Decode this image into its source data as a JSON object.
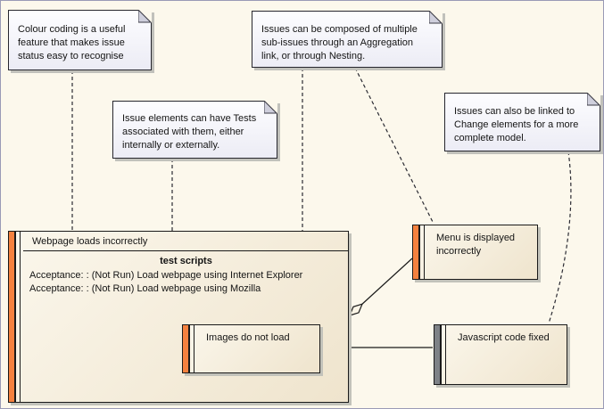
{
  "colors": {
    "canvas_background": "#FCF8EC",
    "issue_status_orange": "#F5813F",
    "issue_status_gray": "#7E8287",
    "note_fill": "#F4F4FA",
    "element_fill": "#F5EEDE",
    "border": "#1A1A1A"
  },
  "notes": {
    "colour_coding": {
      "text": "Colour coding is a useful\nfeature that makes issue\nstatus easy to recognise"
    },
    "tests": {
      "text": "Issue elements can have Tests\nassociated with them, either\ninternally or externally."
    },
    "aggregation": {
      "text": "Issues can be composed of multiple\nsub-issues through an Aggregation\nlink, or through Nesting."
    },
    "change": {
      "text": "Issues can also be linked to\nChange elements for a more\ncomplete model."
    }
  },
  "issues": {
    "webpage": {
      "title": "Webpage loads incorrectly",
      "tests_header": "test scripts",
      "tests": [
        "Acceptance: : (Not Run) Load webpage using Internet Explorer",
        "Acceptance: : (Not Run) Load webpage using Mozilla"
      ]
    },
    "images": {
      "title": "Images do not load"
    },
    "menu": {
      "title": "Menu is displayed\nincorrectly"
    },
    "javascript": {
      "title": "Javascript code fixed"
    }
  }
}
